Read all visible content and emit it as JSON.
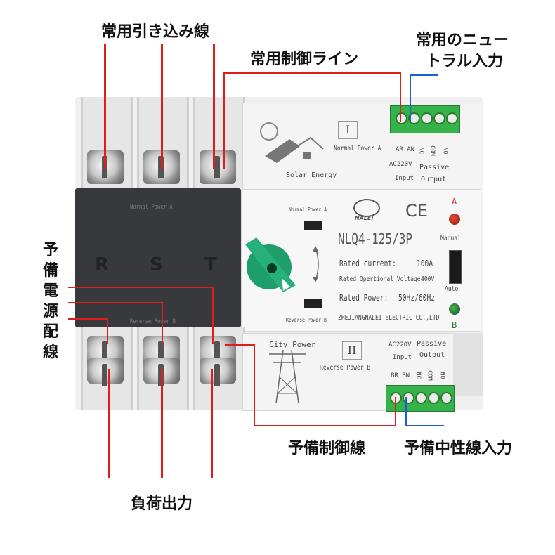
{
  "labels": {
    "normal_incoming": "常用引き込み線",
    "normal_control_line": "常用制御ライン",
    "normal_neutral_1": "常用のニュー",
    "normal_neutral_2": "トラル入力",
    "backup_power": [
      "予",
      "備",
      "電",
      "源",
      "配",
      "線"
    ],
    "backup_control": "予備制御線",
    "backup_neutral": "予備中性線入力",
    "load_output": "負荷出力"
  },
  "device": {
    "section_top_roman": "I",
    "section_top_name": "Normal Power A",
    "solar": "Solar Energy",
    "top_terms": "AR AN",
    "top_nc": "NC",
    "top_com": "COM",
    "top_no": "NO",
    "top_v": "AC220V",
    "top_input": "Input",
    "top_passive": "Passive",
    "top_output": "Output",
    "left_normal": "Normal Power A",
    "phase_r": "R",
    "phase_s": "S",
    "phase_t": "T",
    "left_reverse": "Reverse Power B",
    "knob_top": "Normal Power A",
    "knob_bottom": "Reverse Power B",
    "brand": "NALEI",
    "ce": "CE",
    "model": "NLQ4-125/3P",
    "rated_current_label": "Rated current:",
    "rated_current_value": "100A",
    "rated_voltage_label": "Rated Opertional Voltage:",
    "rated_voltage_value": "400V",
    "rated_power_label": "Rated Power:",
    "rated_power_value": "50Hz/60Hz",
    "company": "ZHEJIANGNALEI ELECTRIC CO.,LTD",
    "ind_a": "A",
    "manual": "Manual",
    "auto": "Auto",
    "ind_b": "B",
    "city_power": "City Power",
    "section_bottom_roman": "II",
    "section_bottom_name": "Reverse Power B",
    "bot_v": "AC220V",
    "bot_input": "Input",
    "bot_passive": "Passive",
    "bot_output": "Output",
    "bot_terms": "BR BN",
    "bot_nc": "NC",
    "bot_com": "COM",
    "bot_no": "NO"
  },
  "colors": {
    "callout_red": "#e01c1c",
    "callout_blue": "#1a5fd6",
    "terminal_green": "#35b24a",
    "knob_green": "#1e9e6a"
  }
}
